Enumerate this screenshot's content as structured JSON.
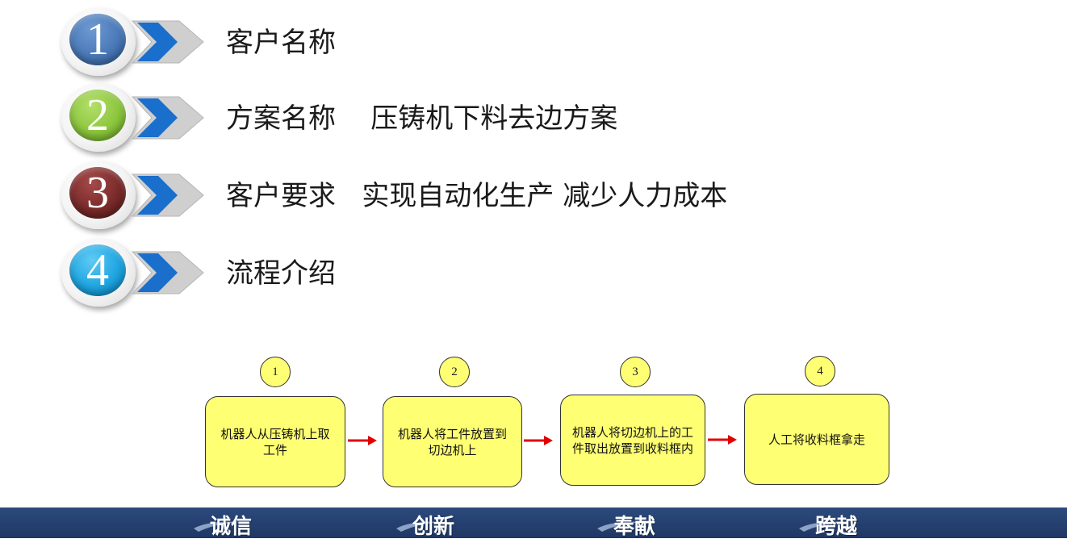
{
  "steps": [
    {
      "num": "1",
      "text": "客户名称",
      "color": "#4a79b8"
    },
    {
      "num": "2",
      "text": "方案名称    压铸机下料去边方案",
      "color": "#8cc63e"
    },
    {
      "num": "3",
      "text": "客户要求   实现自动化生产 减少人力成本",
      "color": "#7a2a2a"
    },
    {
      "num": "4",
      "text": "流程介绍",
      "color": "#1ea5e0"
    }
  ],
  "flow": [
    {
      "num": "1",
      "text": "机器人从压铸机上取工件"
    },
    {
      "num": "2",
      "text": "机器人将工件放置到切边机上"
    },
    {
      "num": "3",
      "text": "机器人将切边机上的工件取出放置到收料框内"
    },
    {
      "num": "4",
      "text": "人工将收料框拿走"
    }
  ],
  "footer": [
    "诚信",
    "创新",
    "奉献",
    "跨越"
  ],
  "colors": {
    "flow_fill": "#ffff73",
    "arrow": "#e00000",
    "footer_bg": "#243f6e",
    "chevron": "#1a6fcc"
  }
}
